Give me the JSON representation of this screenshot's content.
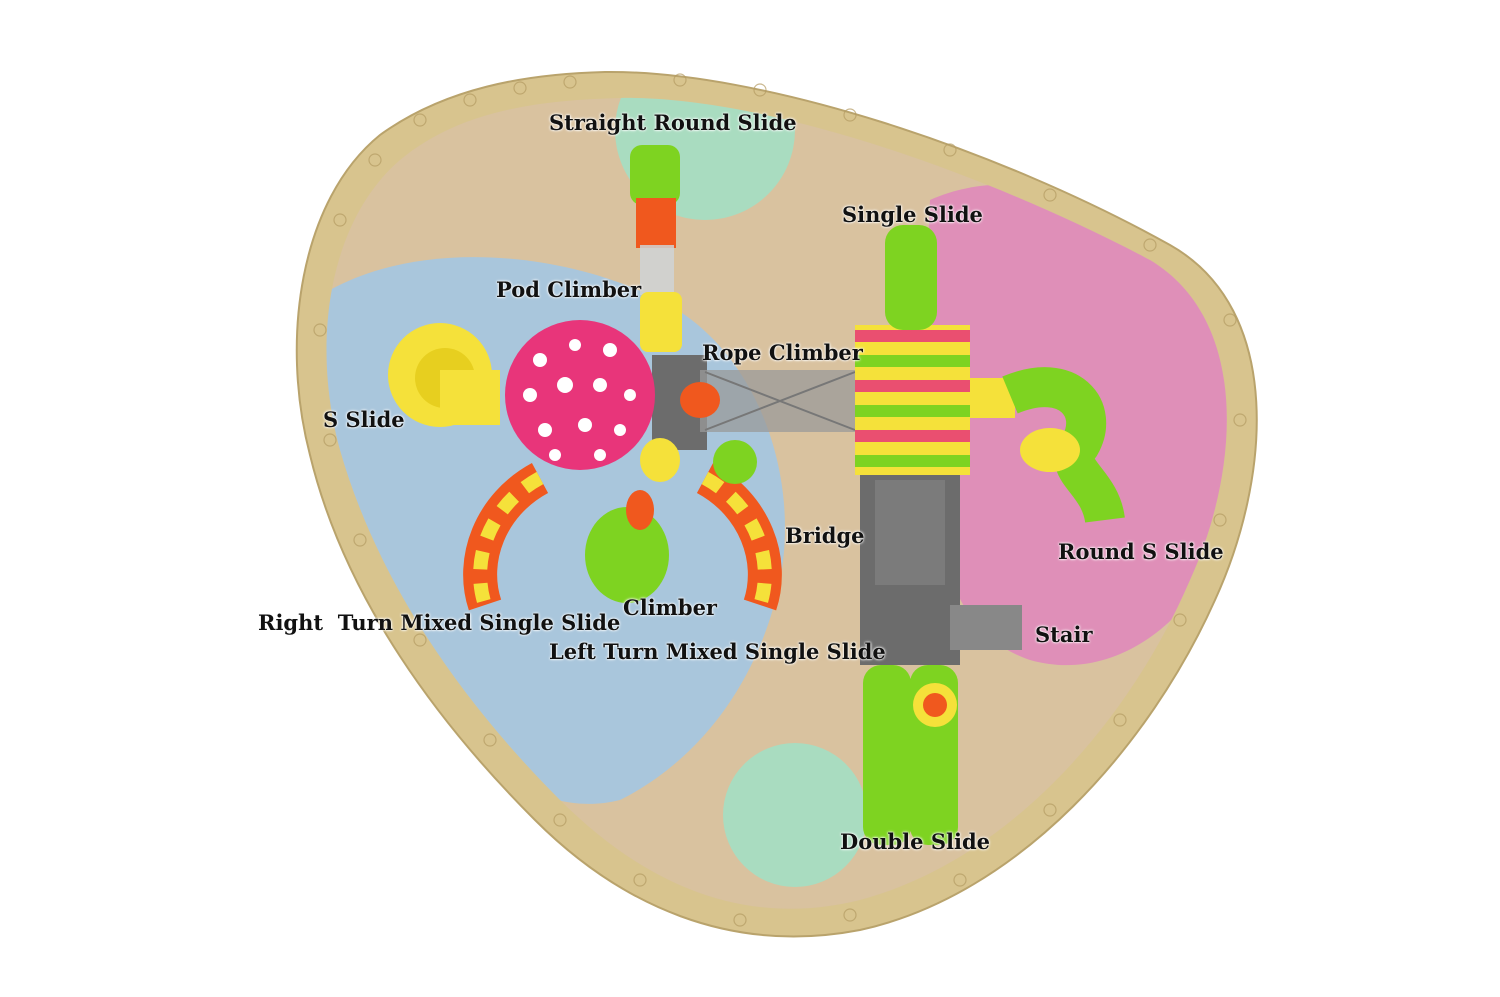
{
  "labels": {
    "straight_round_slide": "Straight Round Slide",
    "single_slide": "Single Slide",
    "pod_climber": "Pod Climber",
    "rope_climber": "Rope Climber",
    "s_slide": "S Slide",
    "bridge": "Bridge",
    "round_s_slide": "Round S Slide",
    "climber": "Climber",
    "right_turn_mixed_single_slide": "Right  Turn Mixed Single Slide",
    "left_turn_mixed_single_slide": "Left Turn Mixed Single Slide",
    "stair": "Stair",
    "double_slide": "Double Slide"
  },
  "colors": {
    "border": "#d8c48e",
    "ground": "#d9c29f",
    "blue_zone": "#a9c6dc",
    "pink_zone": "#df8fb8",
    "mint_zone": "#a9dcc0",
    "green": "#7ed321",
    "yellow": "#f5e13a",
    "pink_dome": "#e8357a",
    "orange": "#f0581e",
    "gray_deck": "#6c6c6c"
  }
}
